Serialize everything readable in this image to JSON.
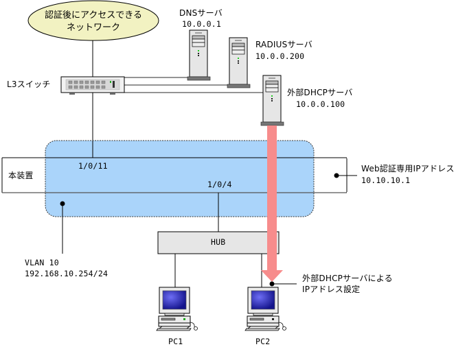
{
  "diagram": {
    "network_cloud": {
      "line1": "認証後にアクセスできる",
      "line2": "ネットワーク"
    },
    "l3_switch": {
      "label": "L3スイッチ"
    },
    "dns_server": {
      "name": "DNSサーバ",
      "ip": "10.0.0.1"
    },
    "radius_server": {
      "name": "RADIUSサーバ",
      "ip": "10.0.0.200"
    },
    "dhcp_server": {
      "name": "外部DHCPサーバ",
      "ip": "10.0.0.100"
    },
    "device": {
      "label": "本装置",
      "port_uplink": "1/0/11",
      "port_downlink": "1/0/4"
    },
    "web_auth_ip": {
      "label": "Web認証専用IPアドレス",
      "ip": "10.10.10.1"
    },
    "vlan": {
      "name": "VLAN 10",
      "ip": "192.168.10.254/24"
    },
    "hub": {
      "label": "HUB"
    },
    "dhcp_assignment": {
      "line1": "外部DHCPサーバによる",
      "line2": "IPアドレス設定"
    },
    "pcs": [
      {
        "label": "PC1"
      },
      {
        "label": "PC2"
      }
    ],
    "colors": {
      "cloud_fill": "#f2f2c2",
      "vlan_fill": "#aad4fa",
      "arrow": "#f78c8c",
      "device_gray": "#e6e6e6",
      "screen_blue": "#3232c8"
    }
  }
}
